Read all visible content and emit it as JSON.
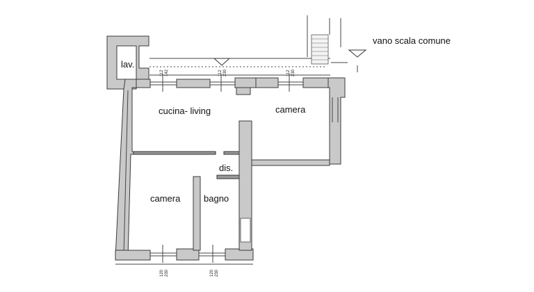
{
  "rooms": {
    "lav": "lav.",
    "cucina": "cucina- living",
    "camera_top": "camera",
    "dis": "dis.",
    "camera_bottom": "camera",
    "bagno": "bagno",
    "vano_scala": "vano scala comune"
  },
  "window_dims": {
    "top_left": [
      "112",
      "142"
    ],
    "top_mid": [
      "112",
      "230"
    ],
    "top_right": [
      "112",
      "230"
    ],
    "bottom_left": [
      "120",
      "230"
    ],
    "bottom_right": [
      "120",
      "230"
    ]
  }
}
